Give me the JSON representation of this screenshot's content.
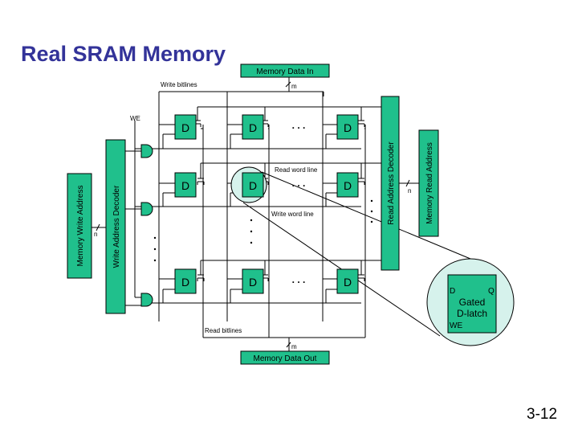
{
  "slide": {
    "title": "Real SRAM Memory",
    "page_number": "3-12"
  },
  "colors": {
    "block_fill": "#20C08C",
    "highlight_fill": "#D6F2EC",
    "title_color": "#333399"
  },
  "diagram": {
    "memory_data_in": "Memory Data In",
    "memory_data_out": "Memory Data Out",
    "write_bitlines": "Write bitlines",
    "read_bitlines": "Read bitlines",
    "read_word_line": "Read word line",
    "write_word_line": "Write word line",
    "we_label": "WE",
    "data_width": "m",
    "addr_width_left": "n",
    "addr_width_right": "n",
    "write_address_decoder": "Write Address Decoder",
    "read_address_decoder": "Read Address Decoder",
    "memory_write_address": "Memory Write Address",
    "memory_read_address": "Memory Read Address",
    "cell_label": "D",
    "ellipsis": ". . .",
    "latch": {
      "d_pin": "D",
      "q_pin": "Q",
      "we_pin": "WE",
      "name_line1": "Gated",
      "name_line2": "D-latch"
    }
  }
}
